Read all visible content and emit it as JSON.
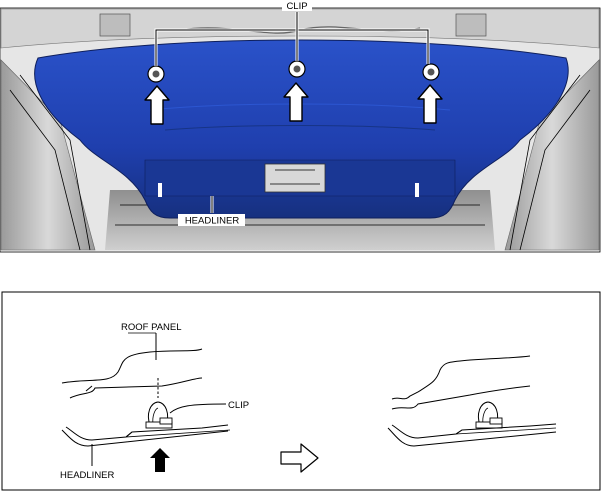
{
  "top_figure": {
    "labels": {
      "clip": "CLIP",
      "headliner": "HEADLINER"
    }
  },
  "bottom_figure": {
    "labels": {
      "roof_panel": "ROOF PANEL",
      "clip": "CLIP",
      "headliner": "HEADLINER"
    }
  },
  "colors": {
    "headliner_blue": "#1f3fae",
    "headliner_blue_dark": "#14297a",
    "body_gray": "#cfcfcf",
    "frame_border": "#000000"
  }
}
